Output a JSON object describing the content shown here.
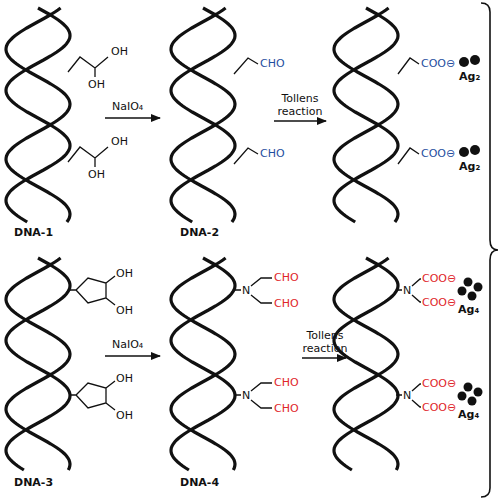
{
  "diagram": {
    "labels": [
      "OH",
      "OH",
      "OH",
      "OH",
      "DNA-1",
      "NaIO₄",
      "CHO",
      "CHO",
      "DNA-2",
      "Tollens reaction",
      "COO⊖",
      "Ag₂",
      "COO⊖",
      "Ag₂",
      "OH",
      "OH",
      "OH",
      "OH",
      "DNA-3",
      "NaIO₄",
      "N",
      "CHO",
      "CHO",
      "N",
      "CHO",
      "CHO",
      "DNA-4",
      "Tollens reaction",
      "N",
      "COO⊖",
      "COO⊖",
      "Ag₄",
      "N",
      "COO⊖",
      "COO⊖",
      "Ag₄"
    ]
  }
}
